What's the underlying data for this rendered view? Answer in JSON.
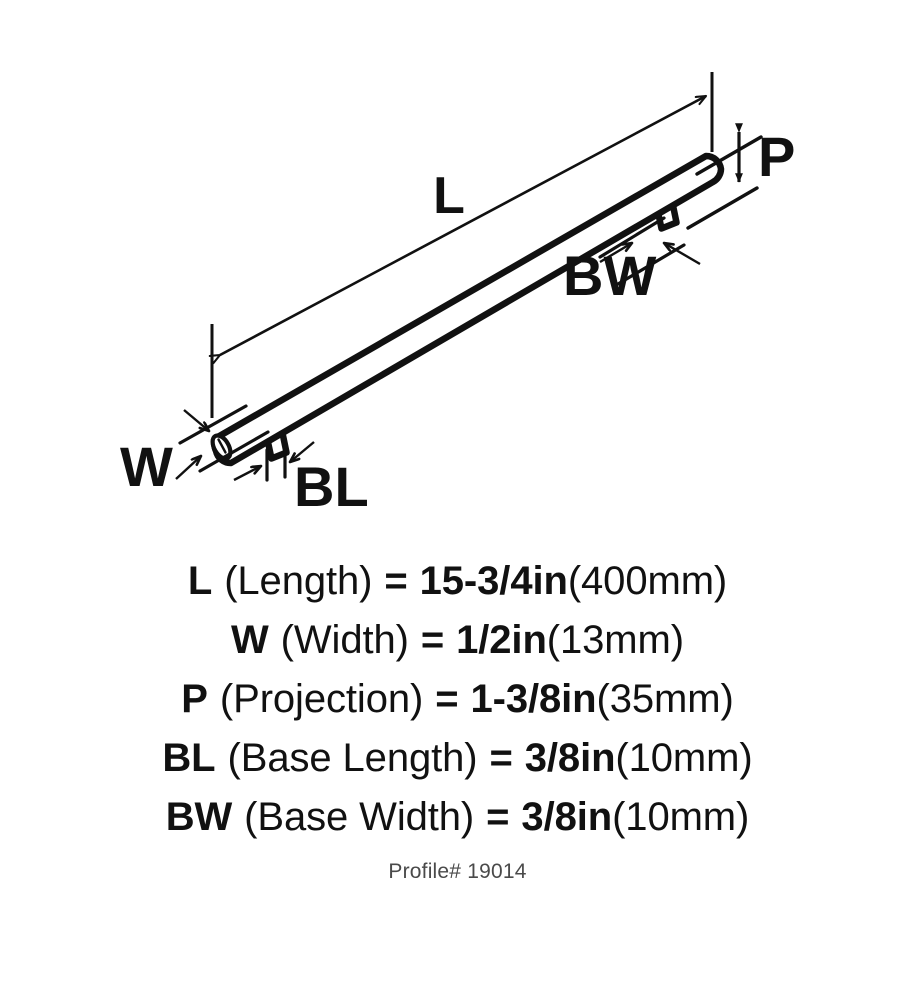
{
  "diagram": {
    "type": "dimensioned-product-drawing",
    "product": "cabinet bar pull handle",
    "labels": {
      "length": "L",
      "width": "W",
      "projection": "P",
      "base_length": "BL",
      "base_width": "BW"
    }
  },
  "specs": [
    {
      "key": "L",
      "name": "(Length)",
      "equals": "=",
      "inches": "15-3/4in",
      "mm": "(400mm)"
    },
    {
      "key": "W",
      "name": "(Width)",
      "equals": "=",
      "inches": "1/2in",
      "mm": "(13mm)"
    },
    {
      "key": "P",
      "name": "(Projection)",
      "equals": "=",
      "inches": "1-3/8in",
      "mm": "(35mm)"
    },
    {
      "key": "BL",
      "name": "(Base Length)",
      "equals": "=",
      "inches": "3/8in",
      "mm": "(10mm)"
    },
    {
      "key": "BW",
      "name": "(Base Width)",
      "equals": "=",
      "inches": "3/8in",
      "mm": "(10mm)"
    }
  ],
  "footer": {
    "profile": "Profile# 19014"
  },
  "colors": {
    "ink": "#111111",
    "background": "#ffffff",
    "footer_text": "#4a4a4a"
  }
}
